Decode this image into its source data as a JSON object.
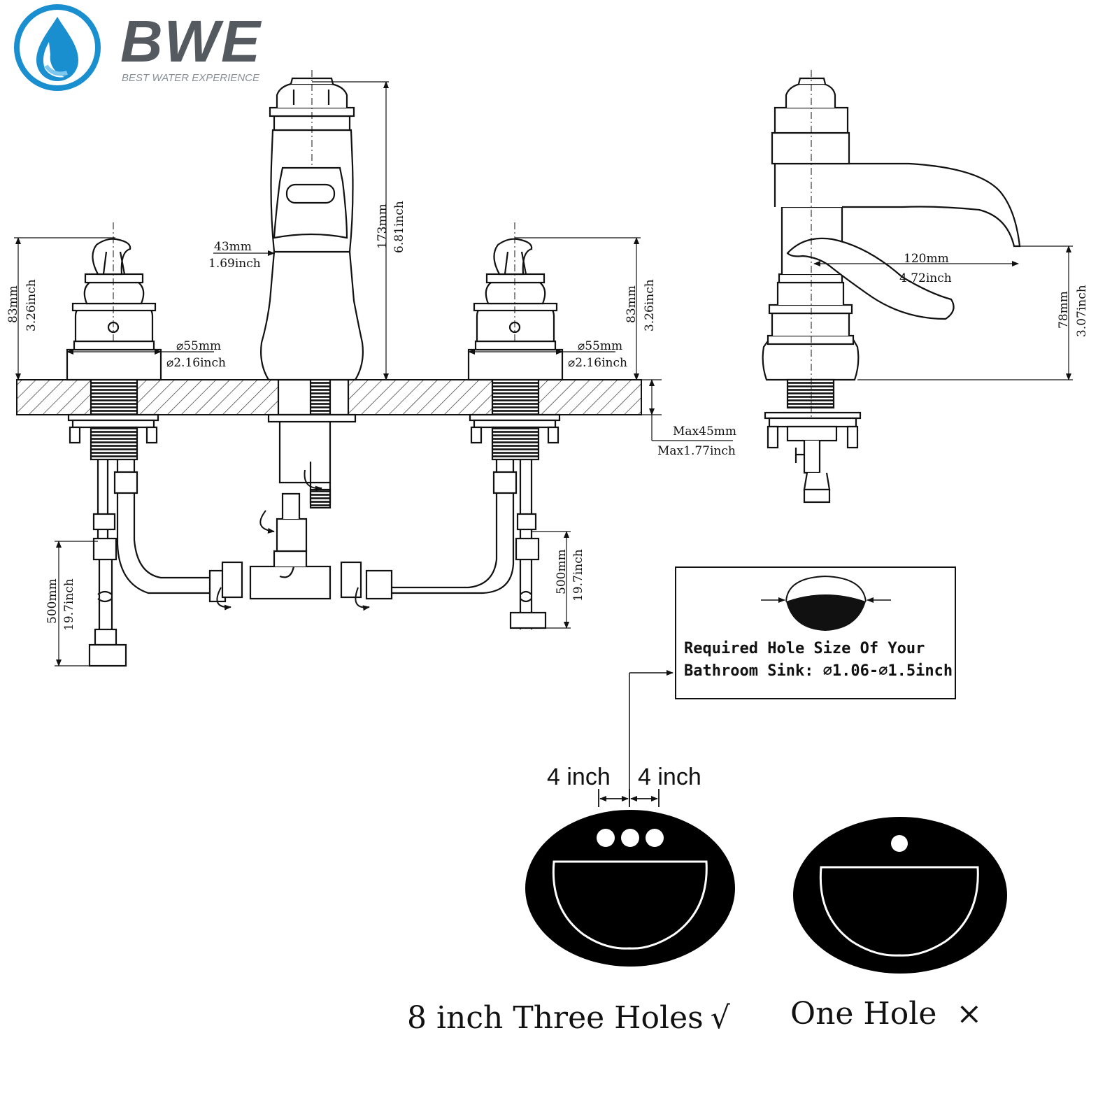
{
  "logo": {
    "brand": "BWE",
    "tagline": "BEST WATER EXPERIENCE",
    "colors": {
      "drop": "#1a8fd0",
      "text": "#555a60"
    }
  },
  "dimensions": {
    "left_handle_height_mm": "83mm",
    "left_handle_height_in": "3.26inch",
    "left_base_dia_mm": "⌀55mm",
    "left_base_dia_in": "⌀2.16inch",
    "spout_width_mm": "43mm",
    "spout_width_in": "1.69inch",
    "spout_height_mm": "173mm",
    "spout_height_in": "6.81inch",
    "right_handle_height_mm": "83mm",
    "right_handle_height_in": "3.26inch",
    "right_base_dia_mm": "⌀55mm",
    "right_base_dia_in": "⌀2.16inch",
    "deck_max_mm": "Max45mm",
    "deck_max_in": "Max1.77inch",
    "spout_reach_mm": "120mm",
    "spout_reach_in": "4.72inch",
    "spout_outlet_height_mm": "78mm",
    "spout_outlet_height_in": "3.07inch",
    "left_hose_mm": "500mm",
    "left_hose_in": "19.7inch",
    "right_hose_mm": "500mm",
    "right_hose_in": "19.7inch"
  },
  "hole_note": {
    "line1": "Required Hole Size Of Your",
    "line2": "Bathroom Sink: ⌀1.06-⌀1.5inch"
  },
  "hole_spacing": {
    "left": "4 inch",
    "right": "4 inch"
  },
  "sinks": {
    "three_hole_caption": "8 inch Three Holes",
    "three_hole_mark": "√",
    "one_hole_caption": "One Hole",
    "one_hole_mark": "×"
  }
}
